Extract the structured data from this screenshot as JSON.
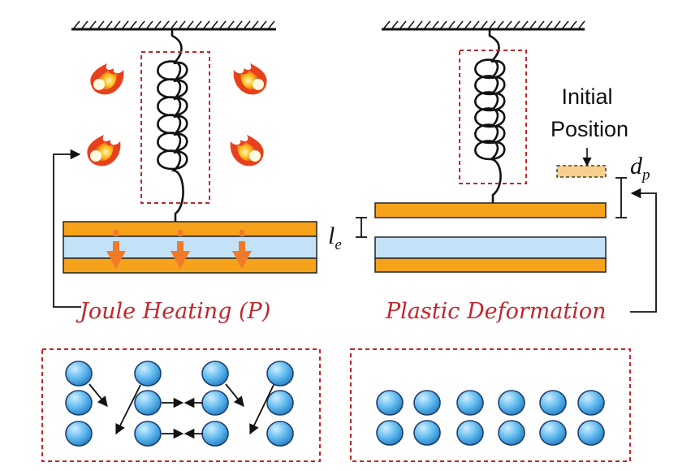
{
  "left_panel": {
    "caption": "Joule Heating (P)"
  },
  "right_panel": {
    "caption": "Plastic Deformation",
    "initial_label_line1": "Initial",
    "initial_label_line2": "Position",
    "dp_symbol": "d",
    "dp_subscript": "p",
    "le_symbol": "l",
    "le_subscript": "e"
  },
  "colors": {
    "electrode": "#f7a21b",
    "dielectric": "#c4e2f7",
    "heat_arrow": "#f07a28",
    "caption_red": "#c0262c",
    "dashed_box": "#c0262c",
    "atom_fill": "#5cb8ee",
    "atom_stroke": "#1f3f6e",
    "initial_ghost": "#f8d08e"
  },
  "icons": [
    "fire-icon",
    "spring-icon",
    "ceiling-hatch-icon",
    "atom-icon"
  ]
}
